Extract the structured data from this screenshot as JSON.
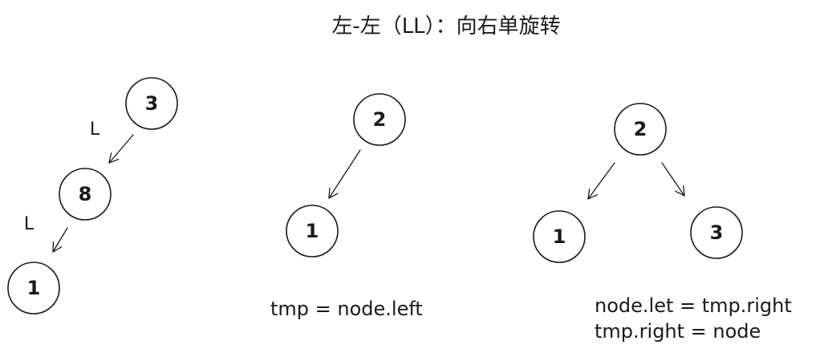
{
  "title": "左-左（LL）：向右单旋转",
  "colors": {
    "stroke": "#1a1a1a",
    "background": "#ffffff"
  },
  "panels": [
    {
      "nodes": [
        {
          "id": "p1n3",
          "label": "3"
        },
        {
          "id": "p1n2",
          "label": "8"
        },
        {
          "id": "p1n1",
          "label": "1"
        }
      ],
      "edge_labels": [
        "L",
        "L"
      ]
    },
    {
      "nodes": [
        {
          "id": "p2n2",
          "label": "2"
        },
        {
          "id": "p2n1",
          "label": "1"
        }
      ],
      "code": [
        "tmp = node.left"
      ]
    },
    {
      "nodes": [
        {
          "id": "p3n2",
          "label": "2"
        },
        {
          "id": "p3n1",
          "label": "1"
        },
        {
          "id": "p3n3",
          "label": "3"
        }
      ],
      "code": [
        "node.let = tmp.right",
        "tmp.right = node"
      ]
    }
  ]
}
